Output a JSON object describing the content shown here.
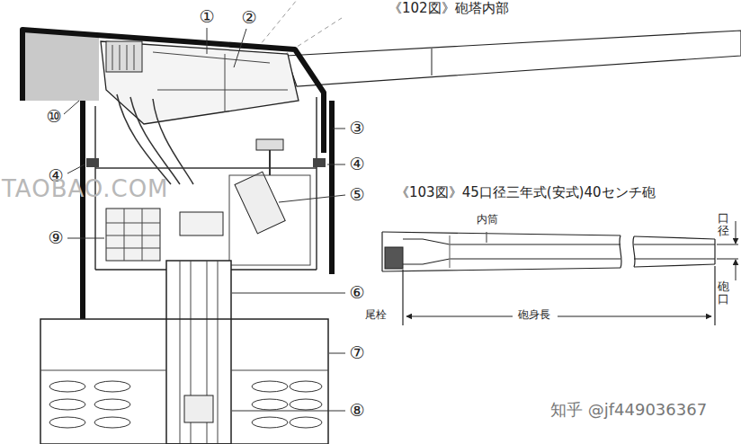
{
  "diagram": {
    "title": "《102図》砲塔内部",
    "labels": [
      "①",
      "②",
      "⑩",
      "③",
      "④",
      "④",
      "⑤",
      "⑨",
      "⑥",
      "⑦",
      "⑧",
      "《103図》45口径三年式(安式)40センチ砲",
      "内筒",
      "口径",
      "尾栓",
      "砲身長",
      "砲口",
      "TAOBAO.COM",
      "知乎 @jf449036367"
    ]
  }
}
